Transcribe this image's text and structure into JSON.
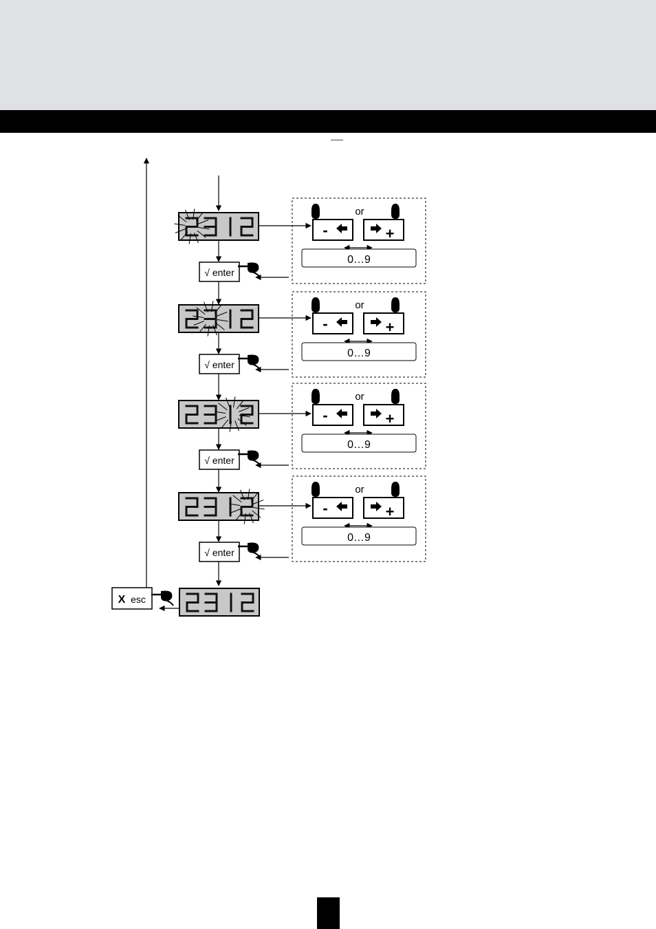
{
  "colors": {
    "header_band": "#e0e1e4",
    "header_bar": "#000000",
    "lcd_fill": "#c8c8c8",
    "page_tab": "#000000"
  },
  "display": {
    "digits": [
      "2",
      "3",
      "1",
      "2"
    ]
  },
  "steps": [
    {
      "blinking_digit": 1,
      "or_label": "or",
      "range_label": "0…9",
      "enter_label": "√ enter"
    },
    {
      "blinking_digit": 2,
      "or_label": "or",
      "range_label": "0…9",
      "enter_label": "√ enter"
    },
    {
      "blinking_digit": 3,
      "or_label": "or",
      "range_label": "0…9",
      "enter_label": "√ enter"
    },
    {
      "blinking_digit": 4,
      "or_label": "or",
      "range_label": "0…9",
      "enter_label": "√ enter"
    }
  ],
  "keys": {
    "minus": "-",
    "plus": "+"
  },
  "icons": [
    "hand-press-icon",
    "left-arrow-icon",
    "right-arrow-icon",
    "double-arrow-icon",
    "blink-rays-icon"
  ],
  "esc": {
    "symbol": "X",
    "label": "esc"
  }
}
